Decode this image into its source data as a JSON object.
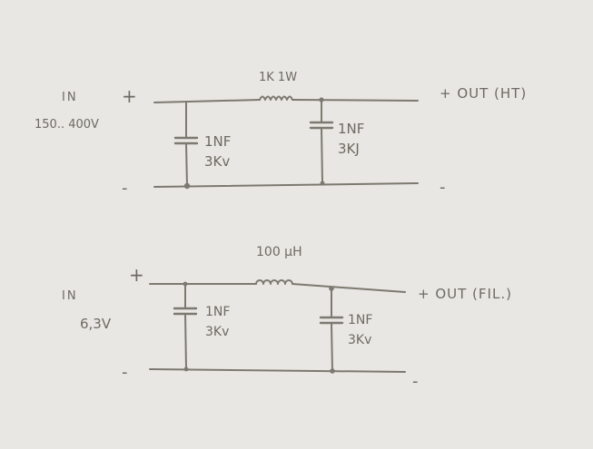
{
  "paper_color": "#e8e7e3",
  "ink_color": "#6d6a62",
  "circuit_ht": {
    "in_label": "IN",
    "plus": "+",
    "minus": "-",
    "voltage": "150.. 400V",
    "resistor_label": "1K 1W",
    "cap_left_value": "1NF",
    "cap_left_rating": "3Kv",
    "cap_right_value": "1NF",
    "cap_right_rating": "3KJ",
    "out_plus": "+ OUT (HT)",
    "out_minus": "-"
  },
  "circuit_fil": {
    "in_label": "IN",
    "plus": "+",
    "minus": "-",
    "voltage": "6,3V",
    "inductor_label": "100 µH",
    "cap_left_value": "1NF",
    "cap_left_rating": "3Kv",
    "cap_right_value": "1NF",
    "cap_right_rating": "3Kv",
    "out_plus": "+ OUT (FIL.)",
    "out_minus": "-"
  }
}
